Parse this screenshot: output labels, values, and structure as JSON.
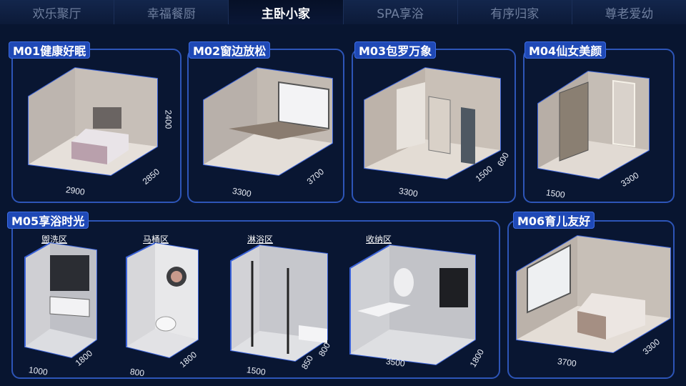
{
  "nav": {
    "tabs": [
      {
        "label": "欢乐聚厅",
        "active": false
      },
      {
        "label": "幸福餐厨",
        "active": false
      },
      {
        "label": "主卧小家",
        "active": true
      },
      {
        "label": "SPA享浴",
        "active": false
      },
      {
        "label": "有序归家",
        "active": false
      },
      {
        "label": "尊老爱幼",
        "active": false
      }
    ]
  },
  "modules": {
    "m01": {
      "title": "M01健康好眠",
      "dims": [
        "2900",
        "2850",
        "2400"
      ]
    },
    "m02": {
      "title": "M02窗边放松",
      "dims": [
        "3300",
        "3700"
      ]
    },
    "m03": {
      "title": "M03包罗万象",
      "dims": [
        "3300",
        "1500",
        "600"
      ]
    },
    "m04": {
      "title": "M04仙女美颜",
      "dims": [
        "1500",
        "3300"
      ]
    },
    "m05": {
      "title": "M05享浴时光",
      "zones": [
        {
          "label": "盥洗区",
          "dims": [
            "1000",
            "1800"
          ]
        },
        {
          "label": "马桶区",
          "dims": [
            "800",
            "1800"
          ]
        },
        {
          "label": "淋浴区",
          "dims": [
            "1500",
            "850",
            "800"
          ]
        },
        {
          "label": "收纳区",
          "dims": [
            "3500",
            "1800"
          ]
        }
      ]
    },
    "m06": {
      "title": "M06育儿友好",
      "dims": [
        "3700",
        "3300"
      ]
    }
  },
  "colors": {
    "background": "#081530",
    "card_border": "#2d55b8",
    "title_bg": "#1f49b6",
    "room_outline": "#3a62d8"
  }
}
